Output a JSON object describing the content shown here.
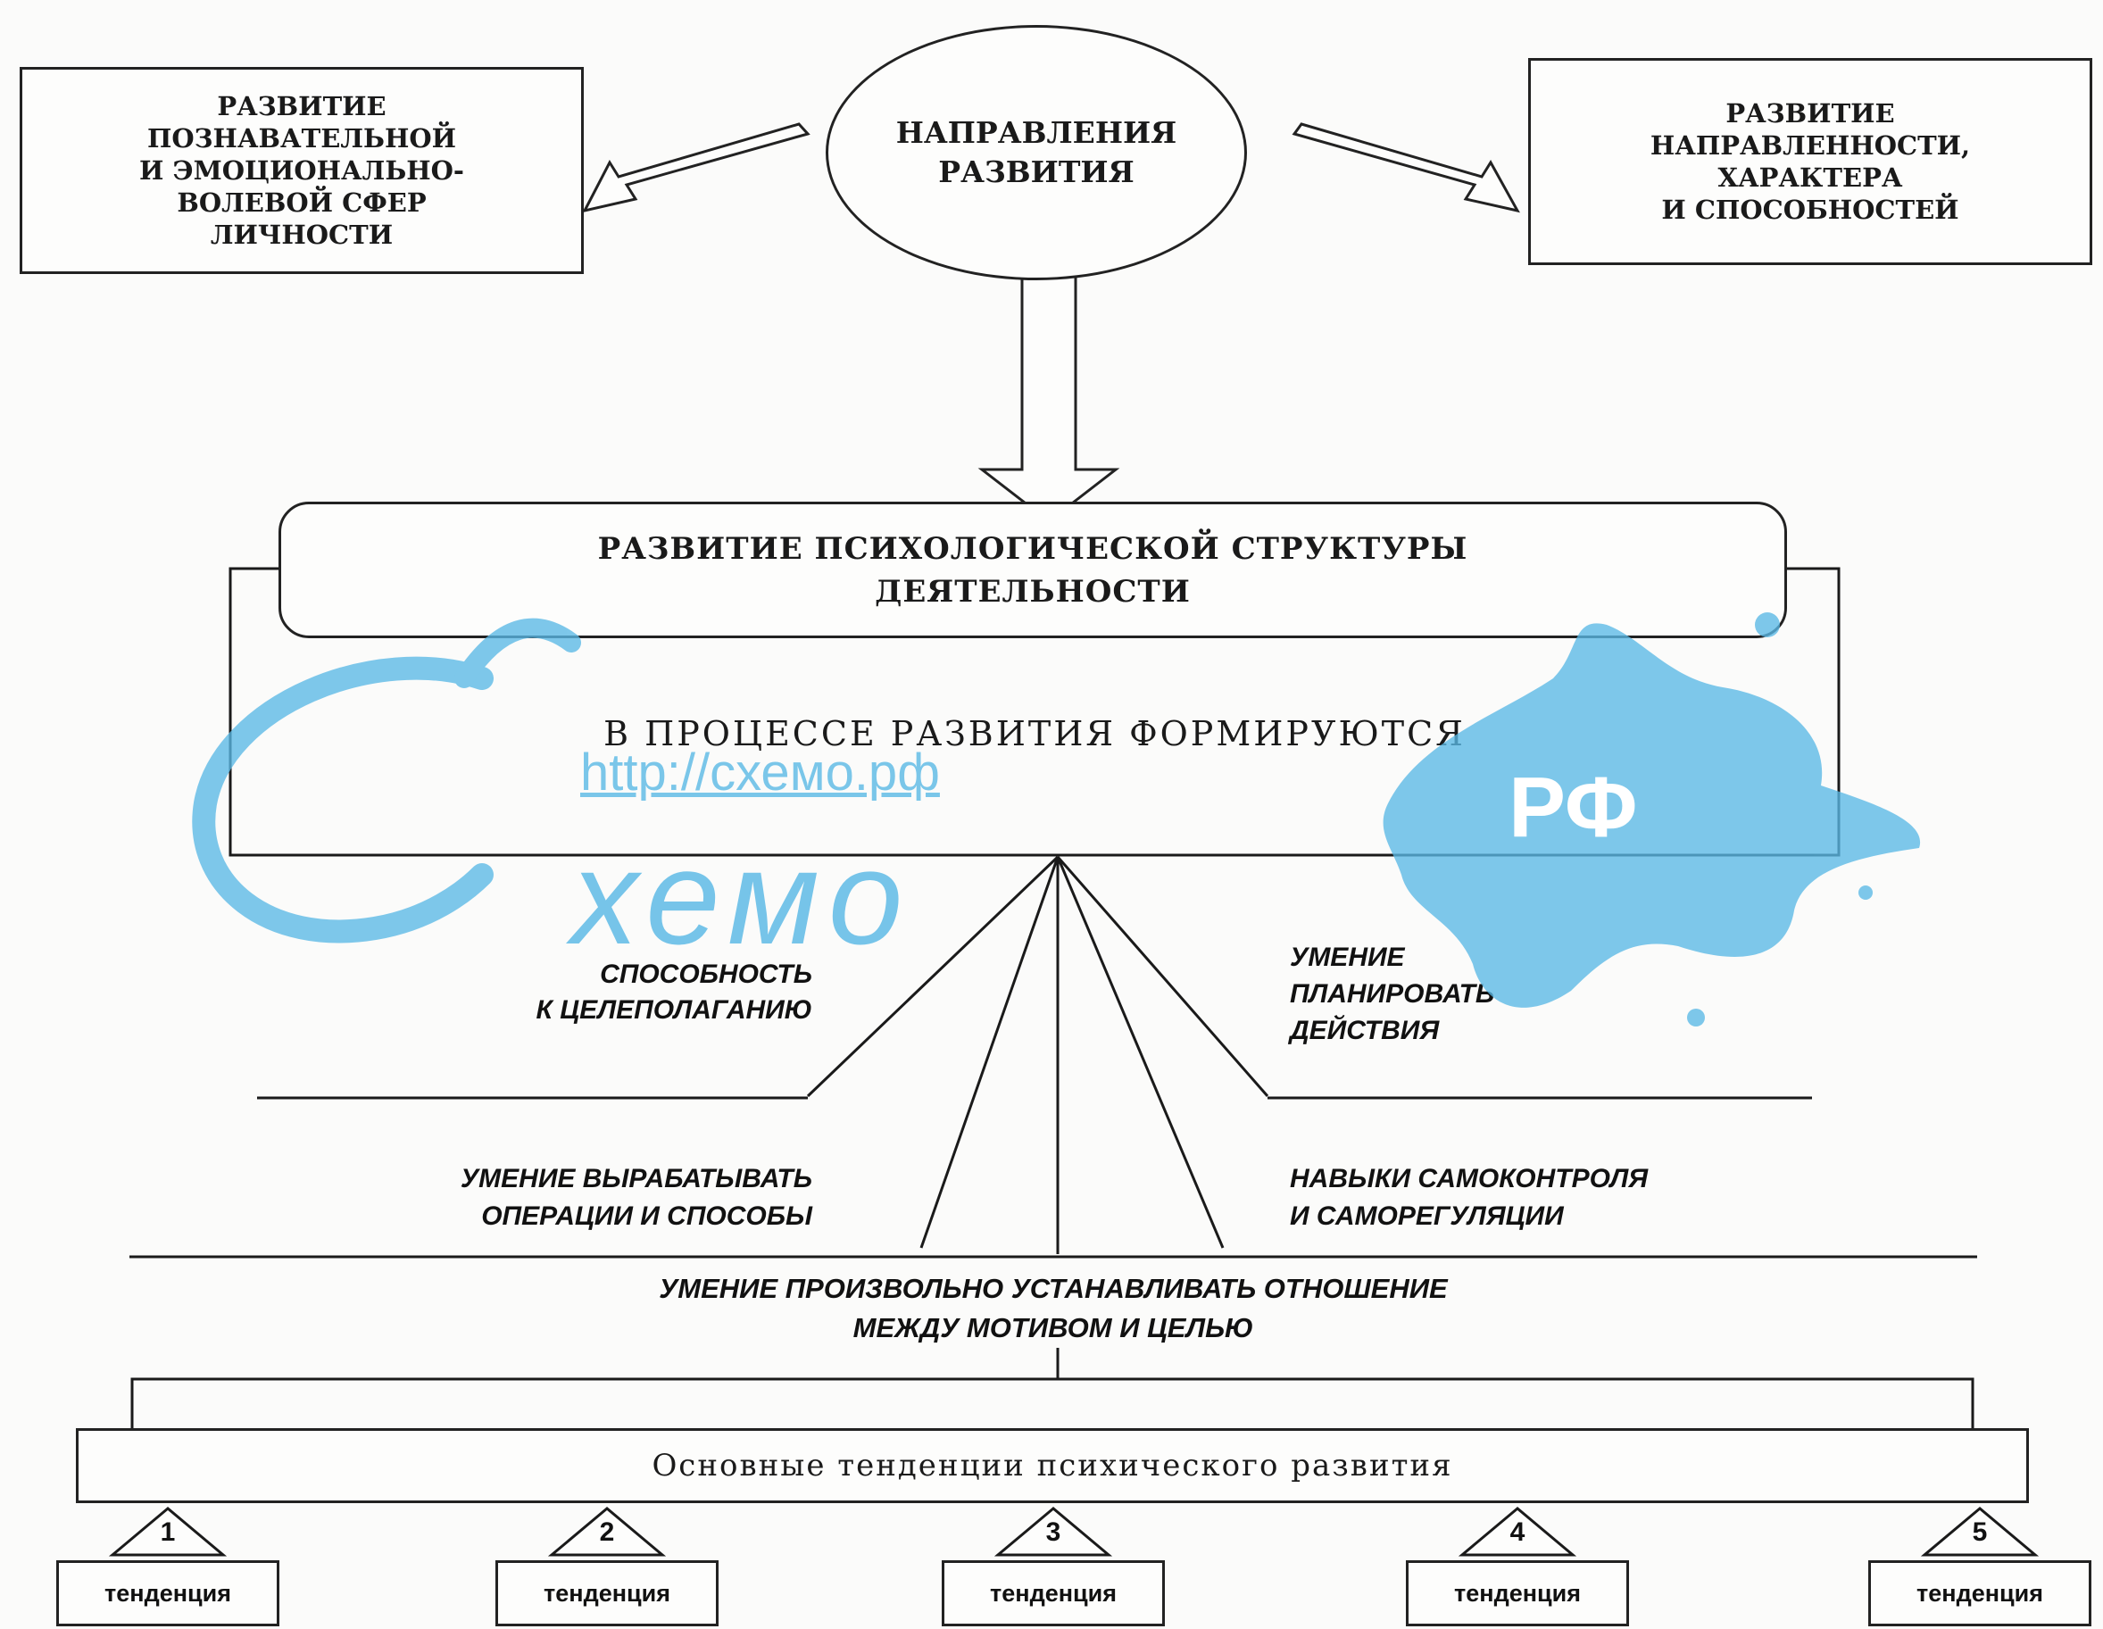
{
  "top": {
    "left_box": [
      "РАЗВИТИЕ",
      "ПОЗНАВАТЕЛЬНОЙ",
      "И ЭМОЦИОНАЛЬНО-",
      "ВОЛЕВОЙ СФЕР",
      "ЛИЧНОСТИ"
    ],
    "center_circle": [
      "НАПРАВЛЕНИЯ",
      "РАЗВИТИЯ"
    ],
    "right_box": [
      "РАЗВИТИЕ",
      "НАПРАВЛЕННОСТИ,",
      "ХАРАКТЕРА",
      "И СПОСОБНОСТЕЙ"
    ]
  },
  "structure": {
    "title": [
      "РАЗВИТИЕ ПСИХОЛОГИЧЕСКОЙ СТРУКТУРЫ",
      "ДЕЯТЕЛЬНОСТИ"
    ],
    "subtitle": "В ПРОЦЕССЕ РАЗВИТИЯ ФОРМИРУЮТСЯ"
  },
  "branches": {
    "goal_setting": [
      "СПОСОБНОСТЬ",
      "К ЦЕЛЕПОЛАГАНИЮ"
    ],
    "planning": [
      "УМЕНИЕ",
      "ПЛАНИРОВАТЬ",
      "ДЕЙСТВИЯ"
    ],
    "operations": [
      "УМЕНИЕ ВЫРАБАТЫВАТЬ",
      "ОПЕРАЦИИ И СПОСОБЫ"
    ],
    "self_control": [
      "НАВЫКИ САМОКОНТРОЛЯ",
      "И САМОРЕГУЛЯЦИИ"
    ],
    "motive_goal": [
      "УМЕНИЕ ПРОИЗВОЛЬНО УСТАНАВЛИВАТЬ ОТНОШЕНИЕ",
      "МЕЖДУ МОТИВОМ И ЦЕЛЬЮ"
    ]
  },
  "tendencies": {
    "title": "Основные тенденции психического развития",
    "items": [
      {
        "number": "1",
        "label": "тенденция"
      },
      {
        "number": "2",
        "label": "тенденция"
      },
      {
        "number": "3",
        "label": "тенденция"
      },
      {
        "number": "4",
        "label": "тенденция"
      },
      {
        "number": "5",
        "label": "тенденция"
      }
    ]
  },
  "watermark": {
    "script_word": "Схемо",
    "url": "http://схемо.рф",
    "badge": "РФ",
    "color": "#5ab9e6"
  }
}
